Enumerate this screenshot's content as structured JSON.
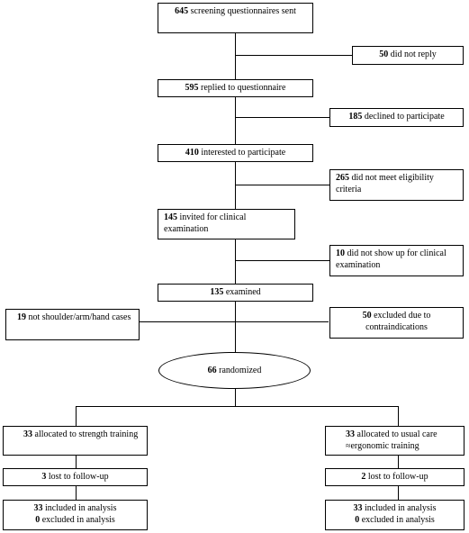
{
  "flow": {
    "sent": {
      "num": "645",
      "text": "screening questionnaires sent"
    },
    "no_reply": {
      "num": "50",
      "text": "did not reply"
    },
    "replied": {
      "num": "595",
      "text": "replied to questionnaire"
    },
    "declined": {
      "num": "185",
      "text": "declined to participate"
    },
    "interested": {
      "num": "410",
      "text": "interested to participate"
    },
    "not_eligible": {
      "num": "265",
      "text": "did not meet eligibility criteria"
    },
    "invited": {
      "num": "145",
      "text": "invited for clinical examination"
    },
    "no_show": {
      "num": "10",
      "text": "did not show up for clinical examination"
    },
    "examined": {
      "num": "135",
      "text": "examined"
    },
    "not_cases": {
      "num": "19",
      "text": "not shoulder/arm/hand cases"
    },
    "contra": {
      "num": "50",
      "text": "excluded due to contraindications"
    },
    "randomized": {
      "num": "66",
      "text": "randomized"
    }
  },
  "arms": {
    "left": {
      "allocated": {
        "num": "33",
        "text": "allocated to strength training"
      },
      "lost": {
        "num": "3",
        "text": "lost to follow-up"
      },
      "included": {
        "num": "33",
        "text": "included in analysis"
      },
      "excluded": {
        "num": "0",
        "text": "excluded in analysis"
      }
    },
    "right": {
      "allocated": {
        "num": "33",
        "text": "allocated to usual care",
        "text2": "≈ergonomic training"
      },
      "lost": {
        "num": "2",
        "text": "lost to follow-up"
      },
      "included": {
        "num": "33",
        "text": "included in analysis"
      },
      "excluded": {
        "num": "0",
        "text": "excluded in analysis"
      }
    }
  }
}
